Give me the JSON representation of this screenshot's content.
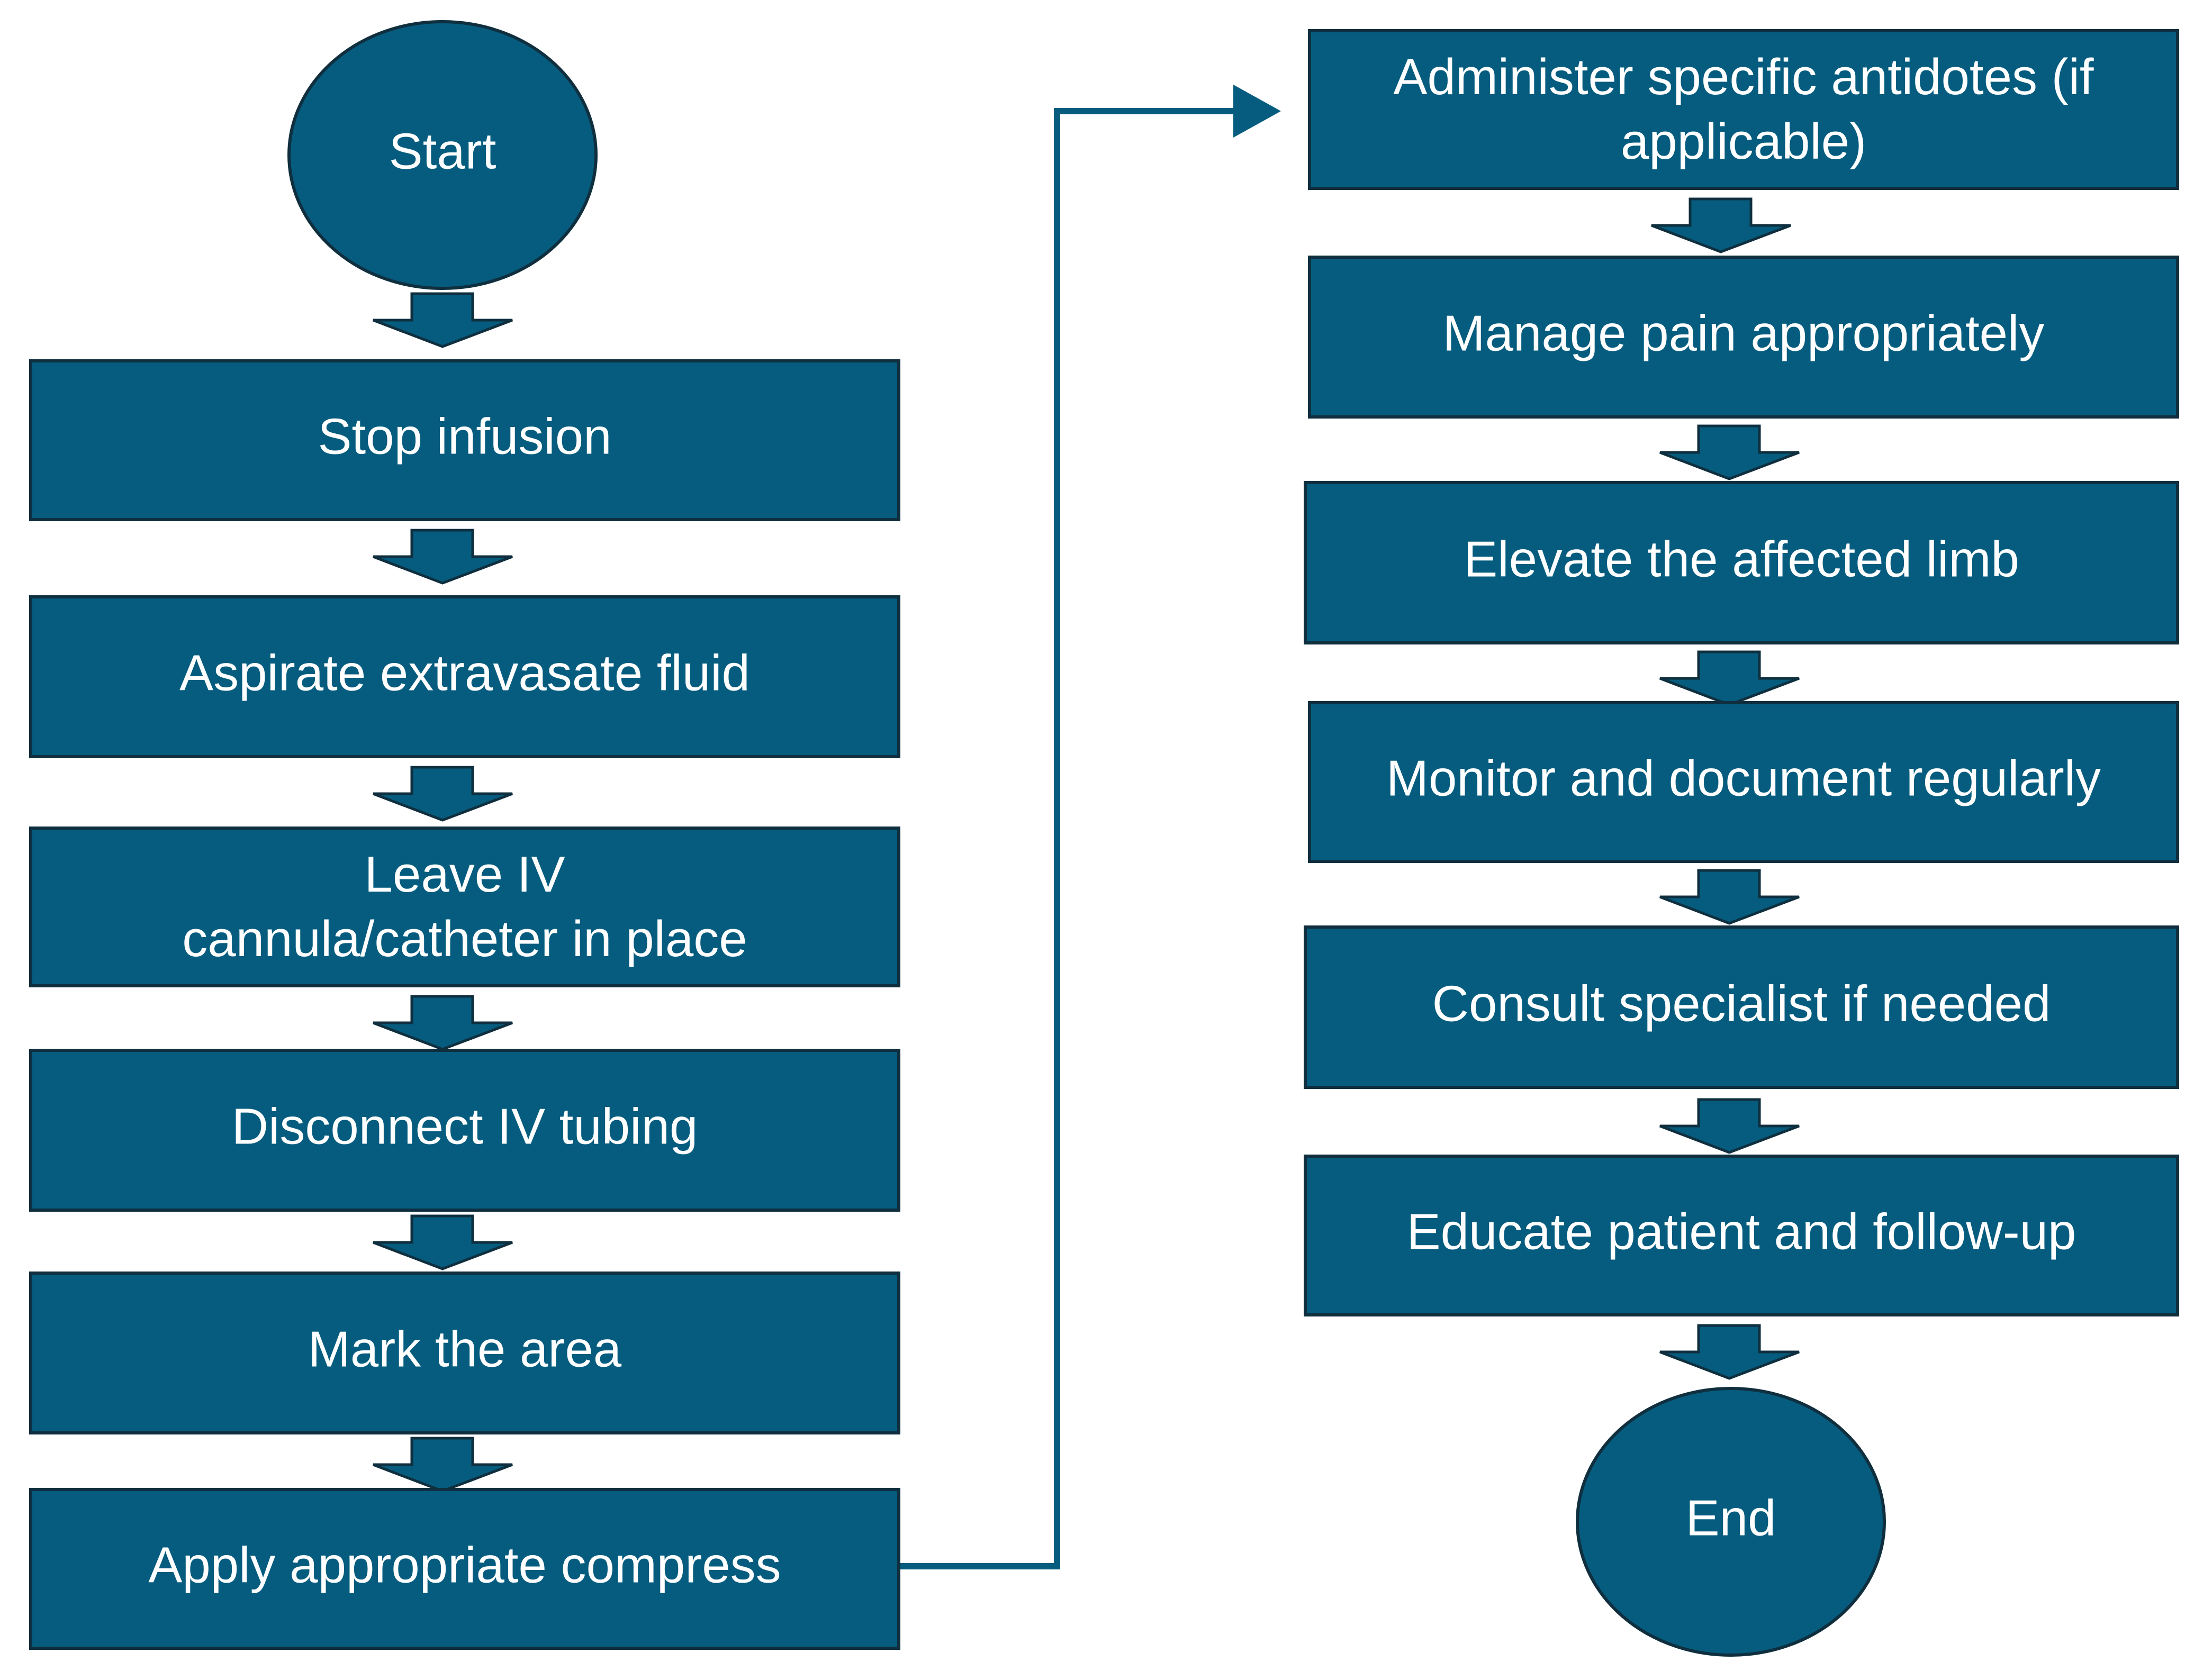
{
  "colors": {
    "node_fill": "#055C7E",
    "node_border": "#0F2F3F",
    "text": "#FFFFFF",
    "connector": "#055C7E",
    "background": "#FFFFFF"
  },
  "flowchart": {
    "start": "Start",
    "end": "End",
    "left_column": [
      "Stop infusion",
      "Aspirate extravasate fluid",
      "Leave IV cannula/catheter in place",
      "Disconnect IV tubing",
      "Mark the area",
      "Apply appropriate compress"
    ],
    "right_column": [
      "Administer specific antidotes (if applicable)",
      "Manage pain appropriately",
      "Elevate the affected limb",
      "Monitor and document regularly",
      "Consult specialist if needed",
      "Educate patient and follow-up"
    ]
  }
}
